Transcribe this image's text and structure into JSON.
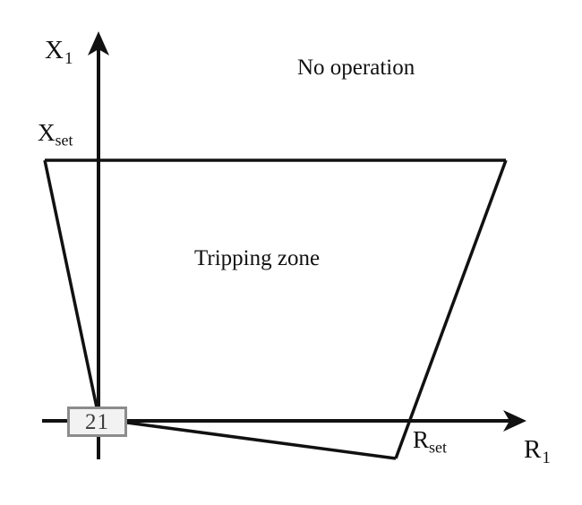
{
  "figure": {
    "type": "quadrilateral-distance-relay-characteristic",
    "background_color": "#ffffff",
    "line_color": "#111111"
  },
  "axes": {
    "vertical": {
      "name": "x-axis",
      "label_base": "X",
      "label_sub": "1",
      "arrow": "up-arrow-icon"
    },
    "horizontal": {
      "name": "r-axis",
      "label_base": "R",
      "label_sub": "1",
      "arrow": "right-arrow-icon"
    }
  },
  "settings": {
    "reactance": {
      "base": "X",
      "sub": "set"
    },
    "resistance": {
      "base": "R",
      "sub": "set"
    }
  },
  "regions": {
    "outside": "No operation",
    "inside": "Tripping zone"
  },
  "relay": {
    "device_number": "21",
    "border_color": "#8c8c8c",
    "fill_color": "#f2f2f2"
  },
  "chart_data": {
    "type": "line",
    "title": "",
    "xlabel": "R1",
    "ylabel": "X1",
    "polygon_vertices": [
      [
        108,
        455
      ],
      [
        50,
        178
      ],
      [
        565,
        179
      ],
      [
        442,
        512
      ]
    ]
  }
}
